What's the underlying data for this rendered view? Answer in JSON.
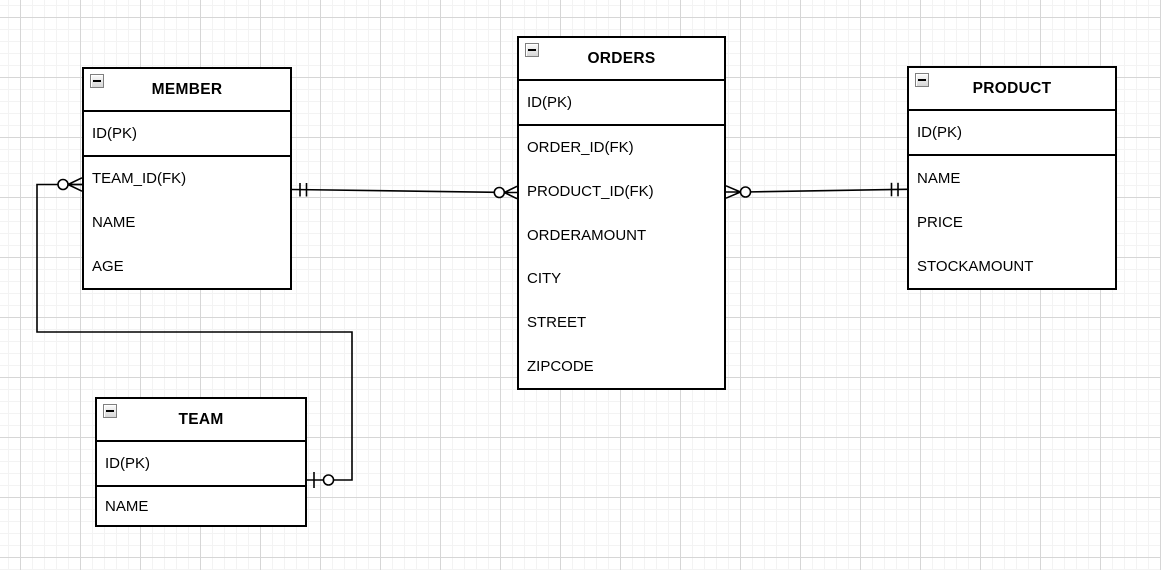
{
  "diagram": {
    "type": "entity-relationship-diagram",
    "entities": [
      {
        "id": "member",
        "name": "MEMBER",
        "pk": "ID(PK)",
        "attributes": [
          "TEAM_ID(FK)",
          "NAME",
          "AGE"
        ]
      },
      {
        "id": "orders",
        "name": "ORDERS",
        "pk": "ID(PK)",
        "attributes": [
          "ORDER_ID(FK)",
          "PRODUCT_ID(FK)",
          "ORDERAMOUNT",
          "CITY",
          "STREET",
          "ZIPCODE"
        ]
      },
      {
        "id": "product",
        "name": "PRODUCT",
        "pk": "ID(PK)",
        "attributes": [
          "NAME",
          "PRICE",
          "STOCKAMOUNT"
        ]
      },
      {
        "id": "team",
        "name": "TEAM",
        "pk": "ID(PK)",
        "attributes": [
          "NAME"
        ]
      }
    ],
    "relationships": [
      {
        "from": "MEMBER",
        "to": "ORDERS",
        "from_cardinality": "one-and-only-one",
        "to_cardinality": "zero-or-many"
      },
      {
        "from": "PRODUCT",
        "to": "ORDERS",
        "from_cardinality": "one-and-only-one",
        "to_cardinality": "zero-or-many"
      },
      {
        "from": "TEAM",
        "to": "MEMBER",
        "from_cardinality": "zero-or-one",
        "to_cardinality": "zero-or-many"
      }
    ],
    "icons": {
      "collapse_icon": "minus-box"
    },
    "colors": {
      "background": "#ffffff",
      "grid_minor": "#f3f3f3",
      "grid_major": "#d6d6d6",
      "entity_border": "#000000",
      "entity_fill": "#ffffff",
      "text": "#000000"
    }
  }
}
